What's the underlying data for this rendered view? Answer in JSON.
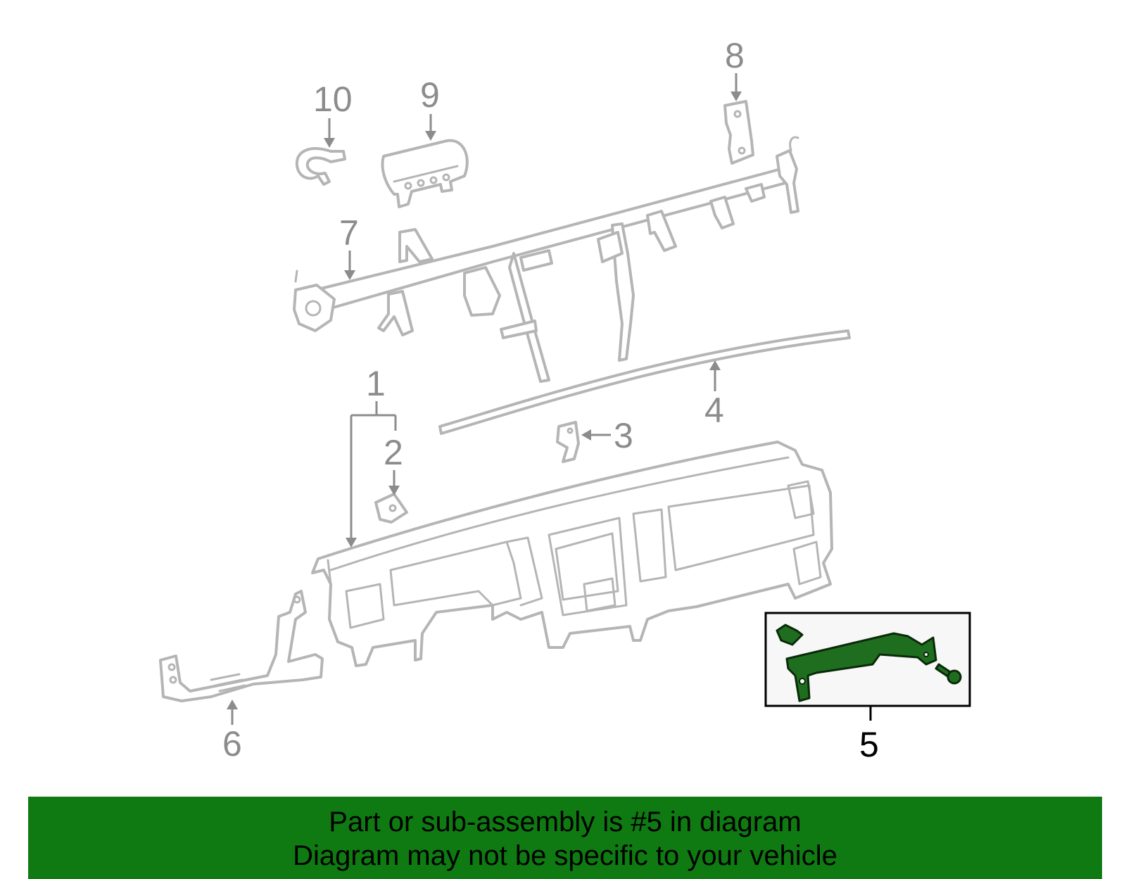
{
  "diagram": {
    "callouts": {
      "c1": "1",
      "c2": "2",
      "c3": "3",
      "c4": "4",
      "c5": "5",
      "c6": "6",
      "c7": "7",
      "c8": "8",
      "c9": "9",
      "c10": "10"
    },
    "highlighted_part": "5"
  },
  "colors": {
    "banner_background": "#0f7a12",
    "highlight_part": "#1f6e1f",
    "part_outline": "#b5b5b5",
    "callout_text": "#8c8c8c"
  },
  "footer": {
    "line1": "Part or sub-assembly is #5 in diagram",
    "line2": "Diagram may not be specific to your vehicle"
  }
}
